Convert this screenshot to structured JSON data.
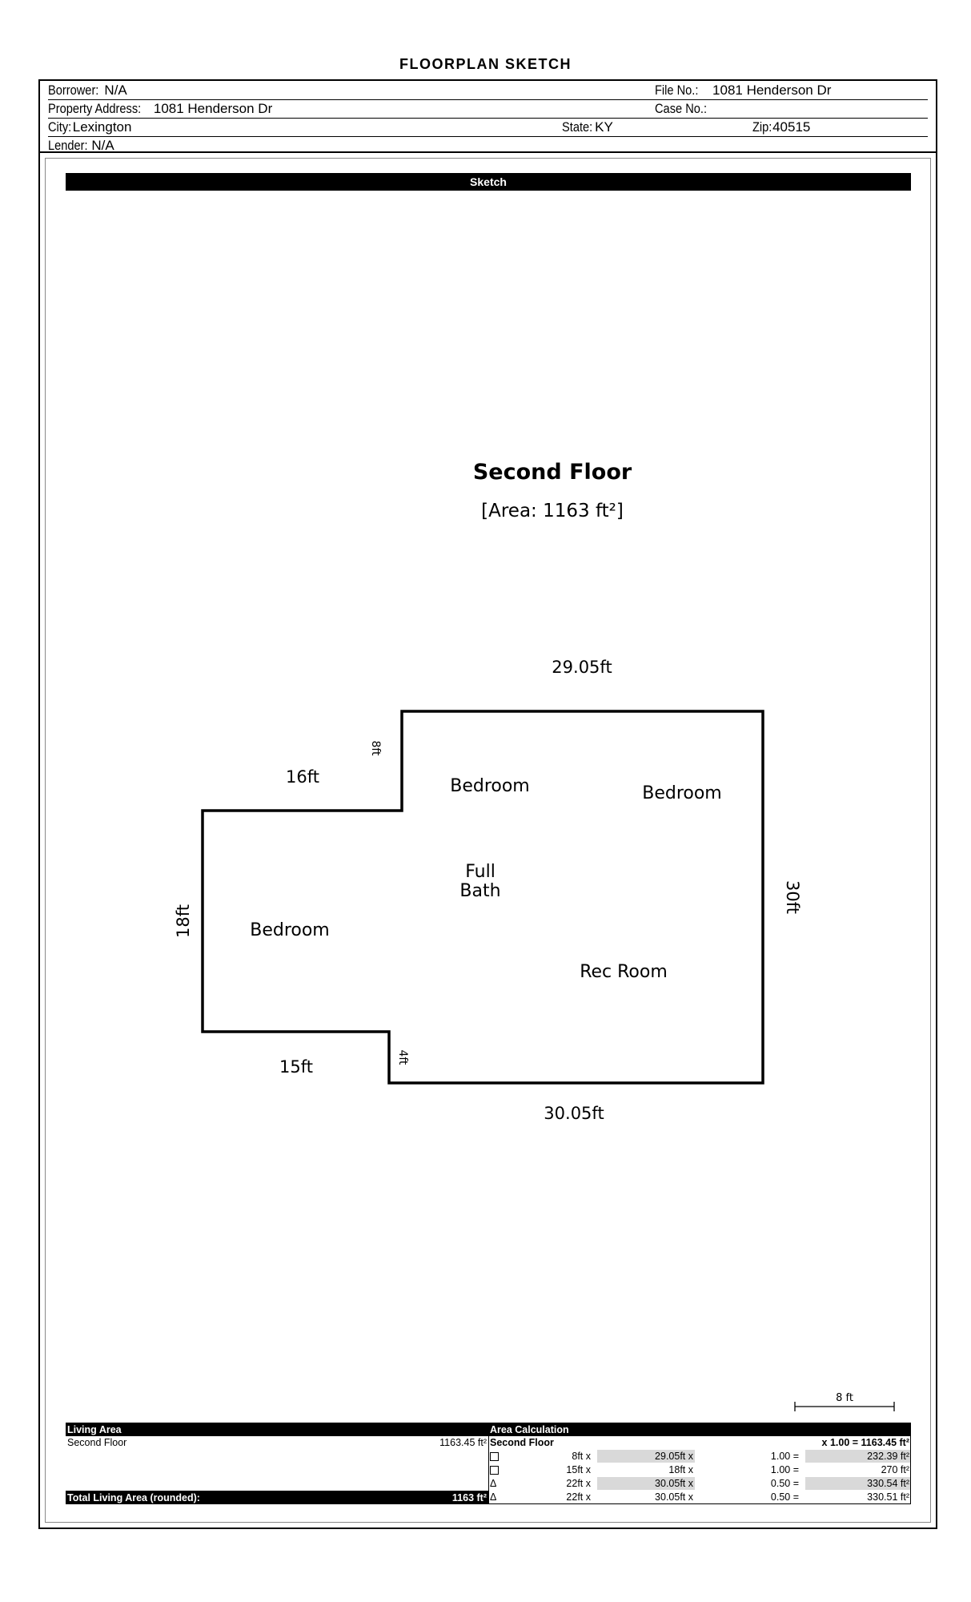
{
  "title": "FLOORPLAN SKETCH",
  "header": {
    "borrower_label": "Borrower:",
    "borrower": "N/A",
    "file_no_label": "File No.:",
    "file_no": "1081 Henderson Dr",
    "property_label": "Property Address:",
    "property": "1081 Henderson Dr",
    "case_no_label": "Case No.:",
    "case_no": "",
    "city_label": "City:",
    "city": "Lexington",
    "state_label": "State:",
    "state": "KY",
    "zip_label": "Zip:",
    "zip": "40515",
    "lender_label": "Lender:",
    "lender": "N/A"
  },
  "sketch": {
    "bar_label": "Sketch",
    "floor_name": "Second Floor",
    "floor_area": "[Area: 1163 ft²]",
    "dimensions": {
      "top": "29.05ft",
      "upper_left": "16ft",
      "step_top": "8ft",
      "left": "18ft",
      "right": "30ft",
      "lower_left": "15ft",
      "step_bottom": "4ft",
      "bottom": "30.05ft"
    },
    "rooms": {
      "bedroom_1": "Bedroom",
      "bedroom_2": "Bedroom",
      "bedroom_3": "Bedroom",
      "bath_line1": "Full",
      "bath_line2": "Bath",
      "rec_room": "Rec Room"
    },
    "scale_label": "8 ft"
  },
  "living_area": {
    "header": "Living Area",
    "item_name": "Second Floor",
    "item_value": "1163.45 ft²",
    "total_label": "Total Living Area (rounded):",
    "total_value": "1163 ft²"
  },
  "area_calculation": {
    "header": "Area Calculation",
    "floor": "Second Floor",
    "floor_total": "x 1.00 = 1163.45 ft²",
    "rows": [
      {
        "shape": "square",
        "a": "8ft x",
        "b": "29.05ft x",
        "factor": "1.00 =",
        "result": "232.39 ft²"
      },
      {
        "shape": "square",
        "a": "15ft x",
        "b": "18ft x",
        "factor": "1.00 =",
        "result": "270 ft²"
      },
      {
        "shape": "triangle",
        "a": "22ft x",
        "b": "30.05ft x",
        "factor": "0.50 =",
        "result": "330.54 ft²"
      },
      {
        "shape": "triangle",
        "a": "22ft x",
        "b": "30.05ft x",
        "factor": "0.50 =",
        "result": "330.51 ft²"
      }
    ],
    "triangle_glyph": "Δ"
  }
}
